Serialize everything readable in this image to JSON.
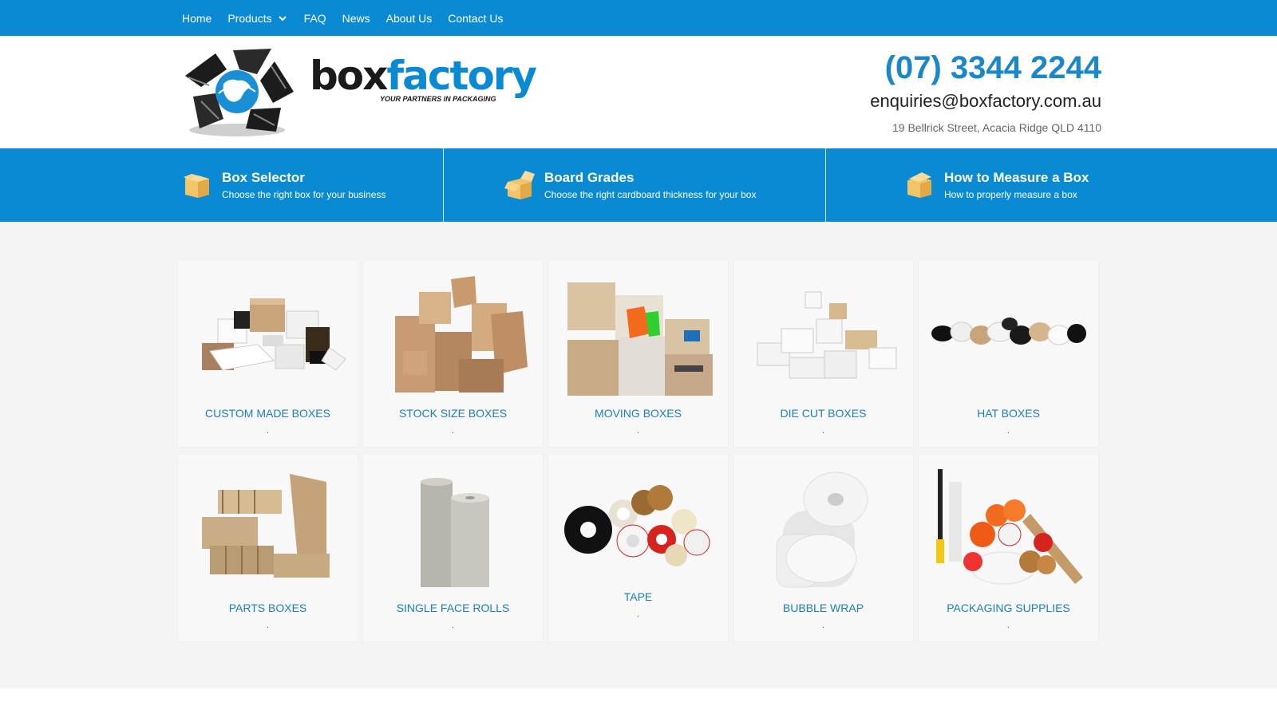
{
  "nav": {
    "items": [
      {
        "label": "Home"
      },
      {
        "label": "Products",
        "has_dropdown": true
      },
      {
        "label": "FAQ"
      },
      {
        "label": "News"
      },
      {
        "label": "About Us"
      },
      {
        "label": "Contact Us"
      }
    ]
  },
  "brand": {
    "logo_box": "box",
    "logo_factory": "factory",
    "tagline": "YOUR PARTNERS IN PACKAGING"
  },
  "contact": {
    "phone": "(07) 3344 2244",
    "email": "enquiries@boxfactory.com.au",
    "address": "19 Bellrick Street, Acacia Ridge QLD 4110"
  },
  "features": [
    {
      "title": "Box Selector",
      "subtitle": "Choose the right box for your business",
      "icon": "box-icon"
    },
    {
      "title": "Board Grades",
      "subtitle": "Choose the right cardboard thickness for your box",
      "icon": "open-box-icon"
    },
    {
      "title": "How to Measure a Box",
      "subtitle": "How to properly measure a box",
      "icon": "box-icon"
    }
  ],
  "products": [
    {
      "name": "CUSTOM MADE BOXES",
      "dot": "."
    },
    {
      "name": "STOCK SIZE BOXES",
      "dot": "."
    },
    {
      "name": "MOVING BOXES",
      "dot": "."
    },
    {
      "name": "DIE CUT BOXES",
      "dot": "."
    },
    {
      "name": "HAT BOXES",
      "dot": "."
    },
    {
      "name": "PARTS BOXES",
      "dot": "."
    },
    {
      "name": "SINGLE FACE ROLLS",
      "dot": "."
    },
    {
      "name": "TAPE",
      "dot": "."
    },
    {
      "name": "BUBBLE WRAP",
      "dot": "."
    },
    {
      "name": "PACKAGING SUPPLIES",
      "dot": "."
    }
  ],
  "colors": {
    "brand_blue": "#0a8ad3",
    "link_blue": "#1a7fb8",
    "content_bg": "#f4f4f4"
  }
}
